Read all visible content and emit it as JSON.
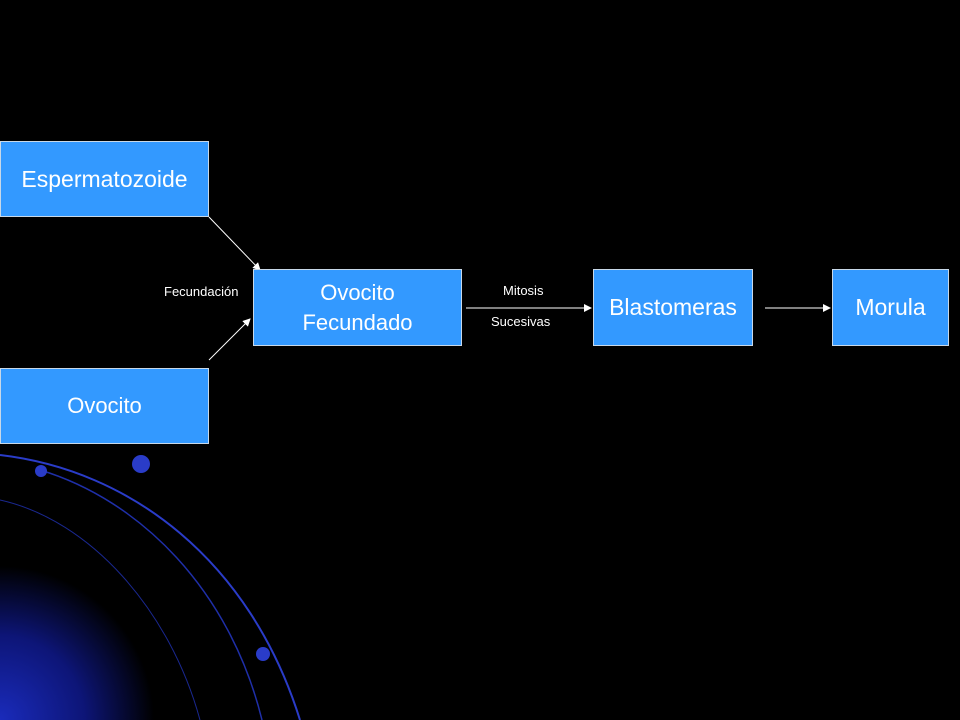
{
  "nodes": {
    "espermatozoide": "Espermatozoide",
    "ovocito": "Ovocito",
    "ovocito_fecundado_line1": "Ovocito",
    "ovocito_fecundado_line2": "Fecundado",
    "blastomeras": "Blastomeras",
    "morula": "Morula"
  },
  "edge_labels": {
    "fecundacion": "Fecundación",
    "mitosis": "Mitosis",
    "sucesivas": "Sucesivas"
  },
  "colors": {
    "box_fill": "#3399ff",
    "background": "#000000",
    "text": "#ffffff",
    "arrow": "#ffffff",
    "decor_arc": "#2233aa"
  }
}
